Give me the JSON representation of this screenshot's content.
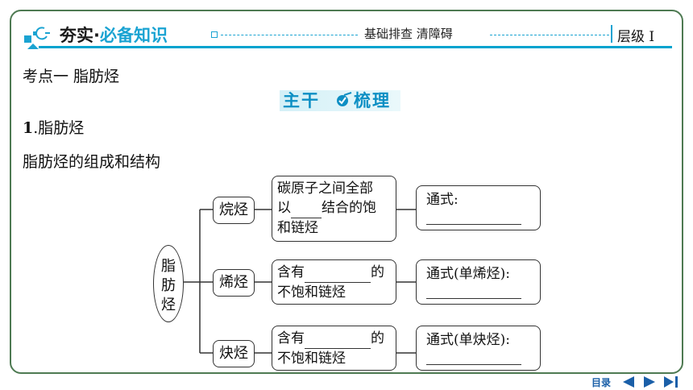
{
  "header": {
    "section_title_part1": "夯实",
    "section_title_dot": "·",
    "section_title_part2": "必备知识",
    "center_note": "基础排查  清障碍",
    "level": "层级 Ⅰ"
  },
  "topic": {
    "title": "考点一  脂肪烃"
  },
  "banner": {
    "left": "主干",
    "right": "梳理"
  },
  "section": {
    "number": "1",
    "title": ".脂肪烃"
  },
  "paragraph": "脂肪烃的组成和结构",
  "diagram": {
    "root": [
      "脂",
      "肪",
      "烃"
    ],
    "rows": [
      {
        "category": "烷烃",
        "desc_line1": "碳原子之间全部",
        "desc_pre": "以",
        "desc_post": "结合的饱",
        "desc_line3": "和链烃",
        "formula_label": "通式:"
      },
      {
        "category": "烯烃",
        "desc_pre": "含有",
        "desc_post": "的",
        "desc_line2": "不饱和链烃",
        "formula_label": "通式(单烯烃):"
      },
      {
        "category": "炔烃",
        "desc_pre": "含有",
        "desc_post": "的",
        "desc_line2": "不饱和链烃",
        "formula_label": "通式(单炔烃):"
      }
    ]
  },
  "nav": {
    "label": "目录"
  },
  "colors": {
    "frame": "#4e7a52",
    "accent": "#1aa3d2",
    "title_blue": "#0d8fc4",
    "nav_blue": "#1a5fa8"
  }
}
